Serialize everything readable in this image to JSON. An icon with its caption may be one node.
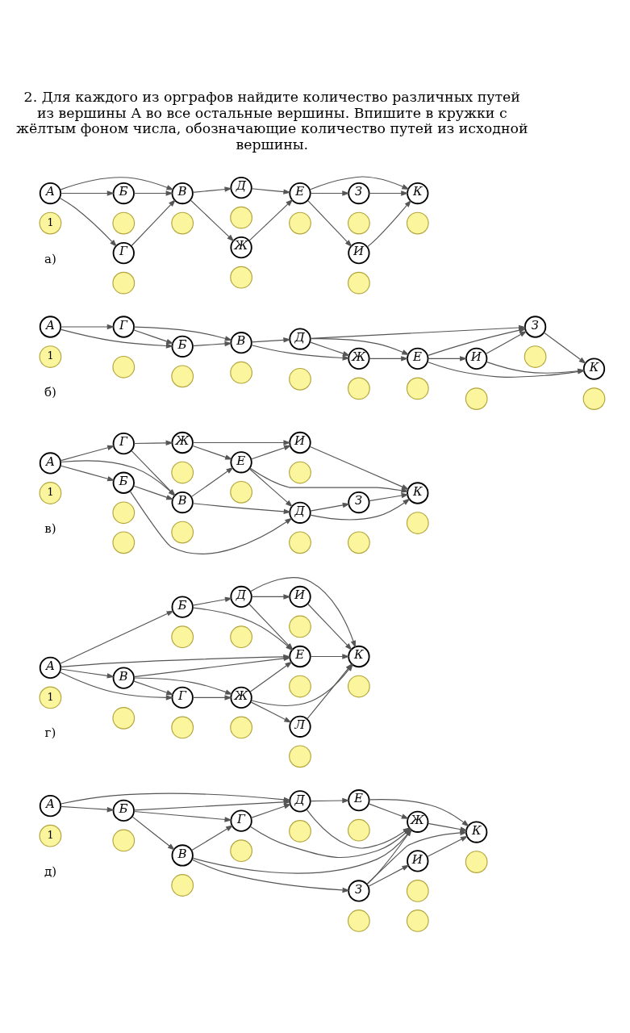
{
  "diagram": {
    "title": "2. Для каждого из орграфов найдите количество различных путей из вершины А во все остальные вершины. Впишите в кружки с жёлтым фоном числа, обозначающие количество путей из исходной вершины.",
    "nodes": [
      {
        "text": [
          "А"
        ]
      },
      {
        "text": [
          "Б"
        ]
      },
      {
        "text": [
          "В"
        ]
      },
      {
        "text": [
          "Г"
        ]
      },
      {
        "text": [
          "Д"
        ]
      },
      {
        "text": [
          "Е"
        ]
      },
      {
        "text": [
          "Ж"
        ]
      },
      {
        "text": [
          "З"
        ]
      },
      {
        "text": [
          "И"
        ]
      },
      {
        "text": [
          "К"
        ]
      },
      {
        "text": [
          "1"
        ]
      },
      {
        "text": [],
        "shape": "circle"
      },
      {
        "text": [],
        "shape": "circle"
      },
      {
        "text": [],
        "shape": "circle"
      },
      {
        "text": [],
        "shape": "circle"
      },
      {
        "text": [],
        "shape": "circle"
      },
      {
        "text": [],
        "shape": "circle"
      },
      {
        "text": [],
        "shape": "circle"
      },
      {
        "text": [],
        "shape": "circle"
      },
      {
        "text": [],
        "shape": "circle"
      },
      {
        "text": [
          "А"
        ]
      },
      {
        "text": [
          "Б"
        ]
      },
      {
        "text": [
          "В"
        ]
      },
      {
        "text": [
          "Г"
        ]
      },
      {
        "text": [
          "Д"
        ]
      },
      {
        "text": [
          "Е"
        ]
      },
      {
        "text": [
          "Ж"
        ]
      },
      {
        "text": [
          "З"
        ]
      },
      {
        "text": [
          "И"
        ]
      },
      {
        "text": [
          "К"
        ]
      },
      {
        "text": [
          "1"
        ]
      },
      {
        "text": [],
        "shape": "circle"
      },
      {
        "text": [],
        "shape": "circle"
      },
      {
        "text": [],
        "shape": "circle"
      },
      {
        "text": [],
        "shape": "circle"
      },
      {
        "text": [],
        "shape": "circle"
      },
      {
        "text": [],
        "shape": "circle"
      },
      {
        "text": [],
        "shape": "circle"
      },
      {
        "text": [],
        "shape": "circle"
      },
      {
        "text": [],
        "shape": "circle"
      },
      {
        "text": [
          "А"
        ]
      },
      {
        "text": [
          "Б"
        ]
      },
      {
        "text": [
          "В"
        ]
      },
      {
        "text": [
          "Г"
        ]
      },
      {
        "text": [
          "Д"
        ]
      },
      {
        "text": [
          "Е"
        ]
      },
      {
        "text": [
          "Ж"
        ]
      },
      {
        "text": [
          "З"
        ]
      },
      {
        "text": [
          "И"
        ]
      },
      {
        "text": [
          "К"
        ]
      },
      {
        "text": [
          "1"
        ]
      },
      {
        "text": [],
        "shape": "circle"
      },
      {
        "text": [],
        "shape": "circle"
      },
      {
        "text": [],
        "shape": "circle"
      },
      {
        "text": [],
        "shape": "circle"
      },
      {
        "text": [],
        "shape": "circle"
      },
      {
        "text": [],
        "shape": "circle"
      },
      {
        "text": [],
        "shape": "circle"
      },
      {
        "text": [],
        "shape": "circle"
      },
      {
        "text": [],
        "shape": "circle"
      },
      {
        "text": [
          "А"
        ]
      },
      {
        "text": [
          "Б"
        ]
      },
      {
        "text": [
          "В"
        ]
      },
      {
        "text": [
          "Г"
        ]
      },
      {
        "text": [
          "Д"
        ]
      },
      {
        "text": [
          "Е"
        ]
      },
      {
        "text": [
          "Ж"
        ]
      },
      {
        "text": [
          "И"
        ]
      },
      {
        "text": [
          "К"
        ]
      },
      {
        "text": [
          "Л"
        ]
      },
      {
        "text": [
          "1"
        ]
      },
      {
        "text": [],
        "shape": "circle"
      },
      {
        "text": [],
        "shape": "circle"
      },
      {
        "text": [],
        "shape": "circle"
      },
      {
        "text": [],
        "shape": "circle"
      },
      {
        "text": [],
        "shape": "circle"
      },
      {
        "text": [],
        "shape": "circle"
      },
      {
        "text": [],
        "shape": "circle"
      },
      {
        "text": [],
        "shape": "circle"
      },
      {
        "text": [],
        "shape": "circle"
      },
      {
        "text": [
          "А"
        ]
      },
      {
        "text": [
          "Б"
        ]
      },
      {
        "text": [
          "В"
        ]
      },
      {
        "text": [
          "Г"
        ]
      },
      {
        "text": [
          "Д"
        ]
      },
      {
        "text": [
          "Е"
        ]
      },
      {
        "text": [
          "Ж"
        ]
      },
      {
        "text": [
          "З"
        ]
      },
      {
        "text": [
          "И"
        ]
      },
      {
        "text": [
          "К"
        ]
      },
      {
        "text": [
          "1"
        ]
      },
      {
        "text": [],
        "shape": "circle"
      },
      {
        "text": [],
        "shape": "circle"
      },
      {
        "text": [],
        "shape": "circle"
      },
      {
        "text": [],
        "shape": "circle"
      },
      {
        "text": [],
        "shape": "circle"
      },
      {
        "text": [],
        "shape": "circle"
      },
      {
        "text": [],
        "shape": "circle"
      },
      {
        "text": [],
        "shape": "circle"
      },
      {
        "text": [],
        "shape": "circle"
      }
    ],
    "edges": [
      {
        "from": 0,
        "to": 1,
        "arrow": "to"
      },
      {
        "from": 0,
        "to": 2,
        "arrow": "to"
      },
      {
        "from": 0,
        "to": 3,
        "arrow": "to"
      },
      {
        "from": 1,
        "to": 2,
        "arrow": "to"
      },
      {
        "from": 3,
        "to": 2,
        "arrow": "to"
      },
      {
        "from": 2,
        "to": 4,
        "arrow": "to"
      },
      {
        "from": 2,
        "to": 6,
        "arrow": "to"
      },
      {
        "from": 4,
        "to": 5,
        "arrow": "to"
      },
      {
        "from": 6,
        "to": 5,
        "arrow": "to"
      },
      {
        "from": 5,
        "to": 7,
        "arrow": "to"
      },
      {
        "from": 5,
        "to": 9,
        "arrow": "to"
      },
      {
        "from": 5,
        "to": 8,
        "arrow": "to"
      },
      {
        "from": 7,
        "to": 9,
        "arrow": "to"
      },
      {
        "from": 8,
        "to": 9,
        "arrow": "to"
      },
      {
        "from": 20,
        "to": 21,
        "arrow": "to"
      },
      {
        "from": 20,
        "to": 23,
        "arrow": "to"
      },
      {
        "from": 23,
        "to": 21,
        "arrow": "to"
      },
      {
        "from": 21,
        "to": 22,
        "arrow": "to"
      },
      {
        "from": 23,
        "to": 22,
        "arrow": "to"
      },
      {
        "from": 22,
        "to": 24,
        "arrow": "to"
      },
      {
        "from": 22,
        "to": 26,
        "arrow": "to"
      },
      {
        "from": 24,
        "to": 26,
        "arrow": "to"
      },
      {
        "from": 24,
        "to": 25,
        "arrow": "to"
      },
      {
        "from": 24,
        "to": 27,
        "arrow": "to"
      },
      {
        "from": 26,
        "to": 25,
        "arrow": "to"
      },
      {
        "from": 25,
        "to": 27,
        "arrow": "to"
      },
      {
        "from": 25,
        "to": 29,
        "arrow": "to"
      },
      {
        "from": 25,
        "to": 28,
        "arrow": "to"
      },
      {
        "from": 28,
        "to": 27,
        "arrow": "to"
      },
      {
        "from": 27,
        "to": 29,
        "arrow": "to"
      },
      {
        "from": 28,
        "to": 29,
        "arrow": "to"
      },
      {
        "from": 40,
        "to": 41,
        "arrow": "to"
      },
      {
        "from": 40,
        "to": 42,
        "arrow": "to"
      },
      {
        "from": 40,
        "to": 43,
        "arrow": "to"
      },
      {
        "from": 41,
        "to": 44,
        "arrow": "to"
      },
      {
        "from": 41,
        "to": 42,
        "arrow": "to"
      },
      {
        "from": 43,
        "to": 42,
        "arrow": "to"
      },
      {
        "from": 42,
        "to": 44,
        "arrow": "to"
      },
      {
        "from": 42,
        "to": 45,
        "arrow": "to"
      },
      {
        "from": 43,
        "to": 46,
        "arrow": "to"
      },
      {
        "from": 46,
        "to": 45,
        "arrow": "to"
      },
      {
        "from": 46,
        "to": 48,
        "arrow": "to"
      },
      {
        "from": 45,
        "to": 44,
        "arrow": "to"
      },
      {
        "from": 45,
        "to": 49,
        "arrow": "to"
      },
      {
        "from": 45,
        "to": 48,
        "arrow": "to"
      },
      {
        "from": 44,
        "to": 47,
        "arrow": "to"
      },
      {
        "from": 44,
        "to": 49,
        "arrow": "to"
      },
      {
        "from": 47,
        "to": 49,
        "arrow": "to"
      },
      {
        "from": 48,
        "to": 49,
        "arrow": "to"
      },
      {
        "from": 60,
        "to": 61,
        "arrow": "to"
      },
      {
        "from": 60,
        "to": 65,
        "arrow": "to"
      },
      {
        "from": 60,
        "to": 62,
        "arrow": "to"
      },
      {
        "from": 60,
        "to": 63,
        "arrow": "to"
      },
      {
        "from": 61,
        "to": 64,
        "arrow": "to"
      },
      {
        "from": 61,
        "to": 65,
        "arrow": "to"
      },
      {
        "from": 64,
        "to": 67,
        "arrow": "to"
      },
      {
        "from": 64,
        "to": 65,
        "arrow": "to"
      },
      {
        "from": 64,
        "to": 68,
        "arrow": "to"
      },
      {
        "from": 67,
        "to": 68,
        "arrow": "to"
      },
      {
        "from": 62,
        "to": 65,
        "arrow": "to"
      },
      {
        "from": 62,
        "to": 63,
        "arrow": "to"
      },
      {
        "from": 62,
        "to": 66,
        "arrow": "to"
      },
      {
        "from": 63,
        "to": 66,
        "arrow": "to"
      },
      {
        "from": 66,
        "to": 65,
        "arrow": "to"
      },
      {
        "from": 66,
        "to": 68,
        "arrow": "to"
      },
      {
        "from": 66,
        "to": 69,
        "arrow": "to"
      },
      {
        "from": 65,
        "to": 68,
        "arrow": "to"
      },
      {
        "from": 69,
        "to": 68,
        "arrow": "to"
      },
      {
        "from": 80,
        "to": 81,
        "arrow": "to"
      },
      {
        "from": 80,
        "to": 84,
        "arrow": "to"
      },
      {
        "from": 81,
        "to": 82,
        "arrow": "to"
      },
      {
        "from": 81,
        "to": 83,
        "arrow": "to"
      },
      {
        "from": 81,
        "to": 84,
        "arrow": "to"
      },
      {
        "from": 82,
        "to": 83,
        "arrow": "to"
      },
      {
        "from": 82,
        "to": 87,
        "arrow": "to"
      },
      {
        "from": 82,
        "to": 86,
        "arrow": "to"
      },
      {
        "from": 83,
        "to": 86,
        "arrow": "to"
      },
      {
        "from": 83,
        "to": 84,
        "arrow": "to"
      },
      {
        "from": 84,
        "to": 86,
        "arrow": "to"
      },
      {
        "from": 84,
        "to": 85,
        "arrow": "to"
      },
      {
        "from": 85,
        "to": 86,
        "arrow": "to"
      },
      {
        "from": 85,
        "to": 89,
        "arrow": "to"
      },
      {
        "from": 87,
        "to": 88,
        "arrow": "to"
      },
      {
        "from": 87,
        "to": 86,
        "arrow": "to"
      },
      {
        "from": 87,
        "to": 89,
        "arrow": "to"
      },
      {
        "from": 88,
        "to": 89,
        "arrow": "to"
      },
      {
        "from": 86,
        "to": 89,
        "arrow": "to"
      }
    ],
    "labels": [
      "а)",
      "б)",
      "в)",
      "г)",
      "д)"
    ]
  }
}
